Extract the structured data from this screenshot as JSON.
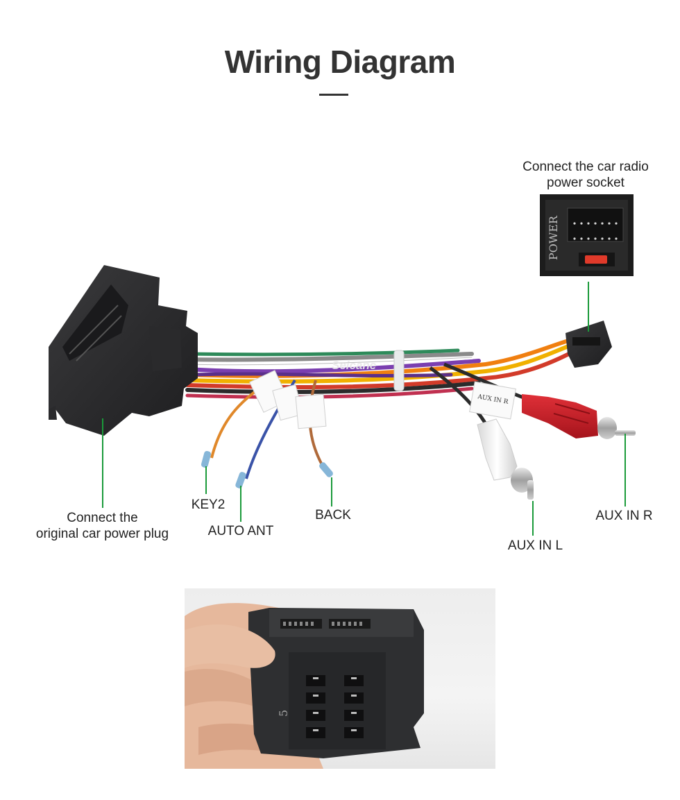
{
  "header": {
    "title": "Wiring Diagram"
  },
  "labels": {
    "radio_socket": "Connect the car radio\npower socket",
    "radio_socket_line1": "Connect the car radio",
    "radio_socket_line2": "power socket",
    "power_plug_line1": "Connect the",
    "power_plug_line2": "original car power plug",
    "key2": "KEY2",
    "auto_ant": "AUTO ANT",
    "back": "BACK",
    "aux_in_l": "AUX IN L",
    "aux_in_r": "AUX IN R"
  },
  "socket_inset": {
    "text": "POWER"
  },
  "watermark": "Seicane",
  "tags": {
    "aux_tag": "AUX IN R"
  },
  "connector_photo": {
    "pin_mark": "5"
  },
  "colors": {
    "leader_line": "#1a9a3a",
    "title": "#333333",
    "connector": "#2b2b2d",
    "rca_red": "#c8202a",
    "rca_white": "#f1f1f1"
  }
}
